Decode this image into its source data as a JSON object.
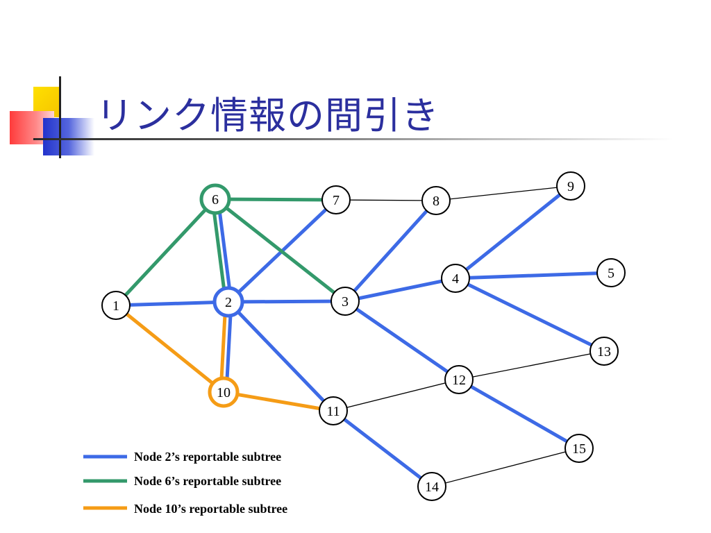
{
  "title": "リンク情報の間引き",
  "colors": {
    "blue": "#3d6ae6",
    "green": "#33996b",
    "orange": "#f59c16",
    "black": "#000000",
    "title": "#2b2f9e"
  },
  "nodes": [
    {
      "id": "1",
      "label": "1",
      "highlight": null
    },
    {
      "id": "2",
      "label": "2",
      "highlight": "blue"
    },
    {
      "id": "3",
      "label": "3",
      "highlight": null
    },
    {
      "id": "4",
      "label": "4",
      "highlight": null
    },
    {
      "id": "5",
      "label": "5",
      "highlight": null
    },
    {
      "id": "6",
      "label": "6",
      "highlight": "green"
    },
    {
      "id": "7",
      "label": "7",
      "highlight": null
    },
    {
      "id": "8",
      "label": "8",
      "highlight": null
    },
    {
      "id": "9",
      "label": "9",
      "highlight": null
    },
    {
      "id": "10",
      "label": "10",
      "highlight": "orange"
    },
    {
      "id": "11",
      "label": "11",
      "highlight": null
    },
    {
      "id": "12",
      "label": "12",
      "highlight": null
    },
    {
      "id": "13",
      "label": "13",
      "highlight": null
    },
    {
      "id": "14",
      "label": "14",
      "highlight": null
    },
    {
      "id": "15",
      "label": "15",
      "highlight": null
    }
  ],
  "edges": [
    {
      "from": "7",
      "to": "8",
      "type": "black"
    },
    {
      "from": "8",
      "to": "9",
      "type": "black"
    },
    {
      "from": "11",
      "to": "12",
      "type": "black"
    },
    {
      "from": "12",
      "to": "13",
      "type": "black"
    },
    {
      "from": "14",
      "to": "15",
      "type": "black"
    },
    {
      "from": "6",
      "to": "7",
      "type": "green"
    },
    {
      "from": "6",
      "to": "1",
      "type": "green"
    },
    {
      "from": "6",
      "to": "3",
      "type": "green"
    },
    {
      "from": "6",
      "to": "2",
      "type": "green"
    },
    {
      "from": "6",
      "to": "2",
      "type": "blue"
    },
    {
      "from": "1",
      "to": "2",
      "type": "blue"
    },
    {
      "from": "2",
      "to": "3",
      "type": "blue"
    },
    {
      "from": "2",
      "to": "7",
      "type": "blue"
    },
    {
      "from": "2",
      "to": "11",
      "type": "blue"
    },
    {
      "from": "2",
      "to": "10",
      "type": "blue"
    },
    {
      "from": "2",
      "to": "10",
      "type": "orange"
    },
    {
      "from": "3",
      "to": "8",
      "type": "blue"
    },
    {
      "from": "3",
      "to": "4",
      "type": "blue"
    },
    {
      "from": "3",
      "to": "12",
      "type": "blue"
    },
    {
      "from": "4",
      "to": "9",
      "type": "blue"
    },
    {
      "from": "4",
      "to": "5",
      "type": "blue"
    },
    {
      "from": "4",
      "to": "13",
      "type": "blue"
    },
    {
      "from": "12",
      "to": "15",
      "type": "blue"
    },
    {
      "from": "11",
      "to": "14",
      "type": "blue"
    },
    {
      "from": "1",
      "to": "10",
      "type": "orange"
    },
    {
      "from": "10",
      "to": "11",
      "type": "orange"
    }
  ],
  "legend": [
    {
      "label": "Node 2’s reportable subtree",
      "color": "blue"
    },
    {
      "label": "Node 6’s reportable subtree",
      "color": "green"
    },
    {
      "label": "Node 10’s reportable subtree",
      "color": "orange"
    }
  ]
}
